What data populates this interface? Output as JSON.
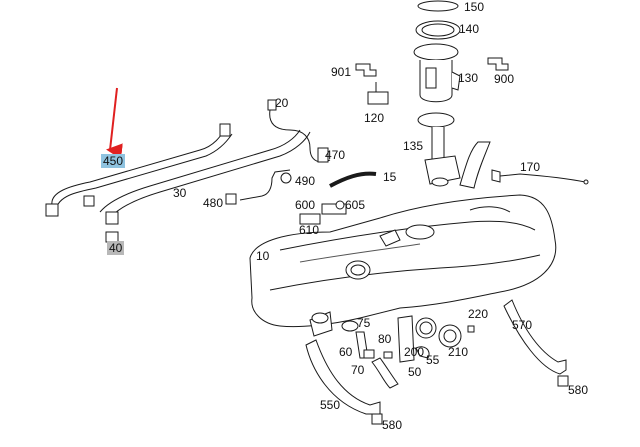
{
  "labels": {
    "p150": "150",
    "p140": "140",
    "p130": "130",
    "p900": "900",
    "p901": "901",
    "p120": "120",
    "p20": "20",
    "p450": "450",
    "p135": "135",
    "p470": "470",
    "p170": "170",
    "p15": "15",
    "p30": "30",
    "p490": "490",
    "p480": "480",
    "p600": "600",
    "p605": "605",
    "p610": "610",
    "p40": "40",
    "p10": "10",
    "p220": "220",
    "p570": "570",
    "p75": "75",
    "p80": "80",
    "p60": "60",
    "p200": "200",
    "p210": "210",
    "p55": "55",
    "p70": "70",
    "p50": "50",
    "p550": "550",
    "p580a": "580",
    "p580b": "580"
  },
  "colors": {
    "line": "#1a1a1a",
    "highlight": "#8fc3e0",
    "marker": "#e02020",
    "gray_tag": "#b8b8b8"
  }
}
